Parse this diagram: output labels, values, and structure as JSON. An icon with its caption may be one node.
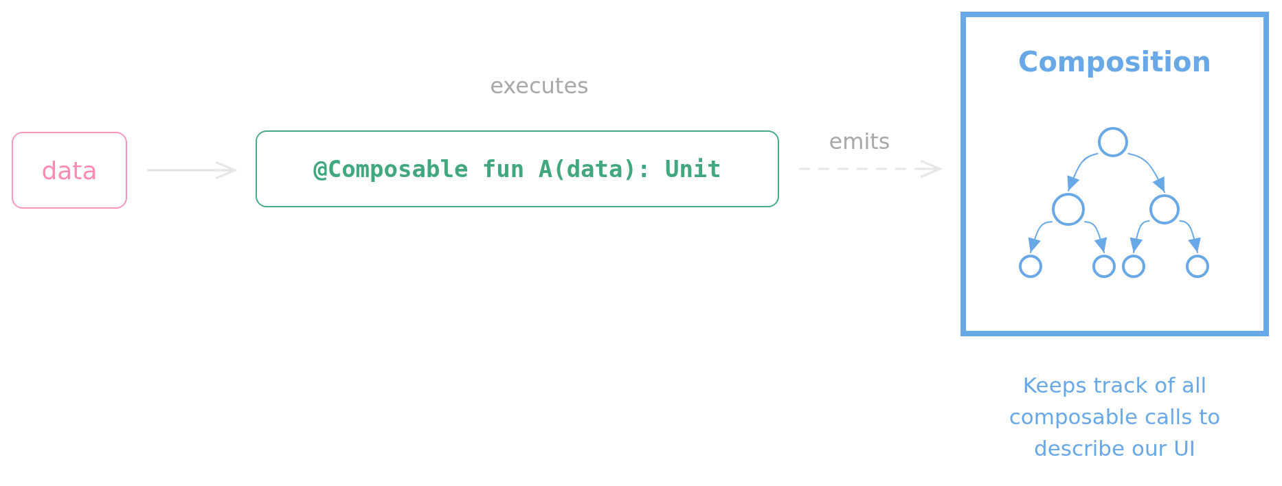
{
  "diagram": {
    "nodes": [
      {
        "text": [
          "data"
        ]
      },
      {
        "text": [
          "@Composable fun A(data): Unit"
        ]
      },
      {
        "text": [
          "Composition"
        ],
        "beside": [
          "Keeps track of all composable calls to describe our UI"
        ]
      },
      {
        "text": [],
        "shape": "circle",
        "in": 2
      },
      {
        "text": [],
        "shape": "circle",
        "in": 2
      },
      {
        "text": [],
        "shape": "circle",
        "in": 2
      },
      {
        "text": [],
        "shape": "circle",
        "in": 2
      },
      {
        "text": [],
        "shape": "circle",
        "in": 2
      },
      {
        "text": [],
        "shape": "circle",
        "in": 2
      },
      {
        "text": [],
        "shape": "circle",
        "in": 2
      }
    ],
    "edges": [
      {
        "from": 0,
        "to": 1,
        "arrow": "to",
        "color": "#e6e6e6"
      },
      {
        "from": 1,
        "to": 2,
        "arrow": "to",
        "label": "emits",
        "style": "dashed",
        "color": "#e6e6e6"
      },
      {
        "from": 3,
        "to": 4,
        "arrow": "to"
      },
      {
        "from": 3,
        "to": 5,
        "arrow": "to"
      },
      {
        "from": 4,
        "to": 6,
        "arrow": "to"
      },
      {
        "from": 4,
        "to": 7,
        "arrow": "to"
      },
      {
        "from": 5,
        "to": 8,
        "arrow": "to"
      },
      {
        "from": 5,
        "to": 9,
        "arrow": "to"
      }
    ],
    "labels": [
      "executes"
    ]
  }
}
